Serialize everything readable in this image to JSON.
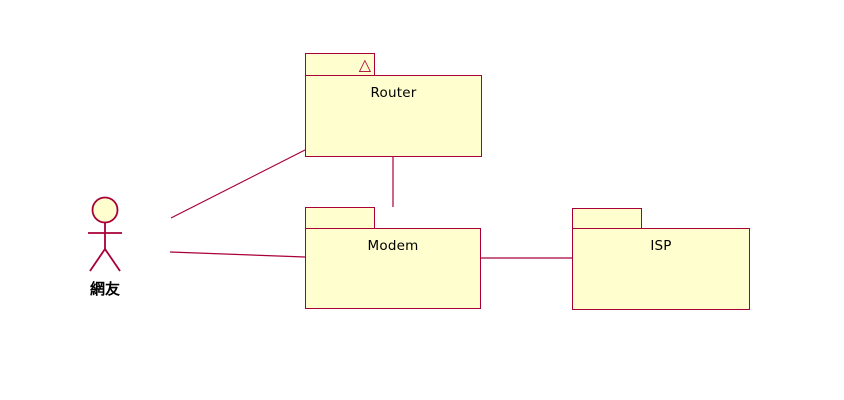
{
  "colors": {
    "background": "#ffffff",
    "stroke": "#A80036",
    "node-fill": "#FEFECE",
    "text": "#000000"
  },
  "actor": {
    "label": "網友"
  },
  "packages": {
    "router": {
      "label": "Router"
    },
    "modem": {
      "label": "Modem"
    },
    "isp": {
      "label": "ISP"
    }
  },
  "icons": {
    "router_tab_triangle": "△"
  },
  "connections": [
    {
      "from": "網友",
      "to": "Router"
    },
    {
      "from": "網友",
      "to": "Modem"
    },
    {
      "from": "Router",
      "to": "Modem"
    },
    {
      "from": "Modem",
      "to": "ISP"
    }
  ]
}
